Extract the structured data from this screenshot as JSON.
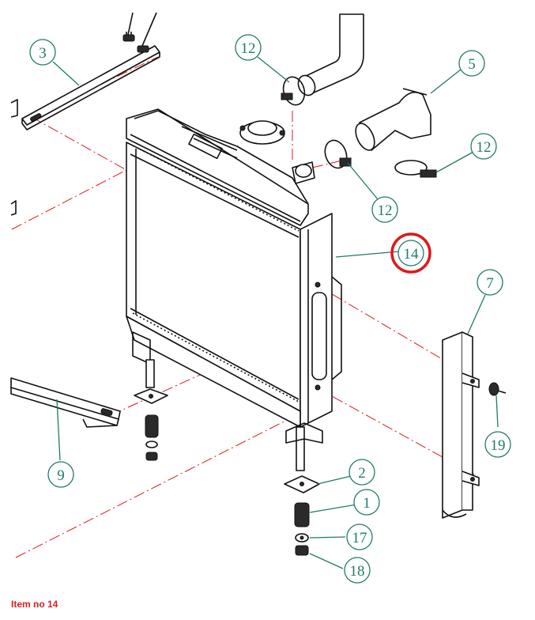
{
  "callouts": [
    {
      "id": "c3",
      "label": "3"
    },
    {
      "id": "c12a",
      "label": "12"
    },
    {
      "id": "c5",
      "label": "5"
    },
    {
      "id": "c12b",
      "label": "12"
    },
    {
      "id": "c12c",
      "label": "12"
    },
    {
      "id": "c14",
      "label": "14",
      "highlighted": true
    },
    {
      "id": "c7",
      "label": "7"
    },
    {
      "id": "c19",
      "label": "19"
    },
    {
      "id": "c9",
      "label": "9"
    },
    {
      "id": "c2",
      "label": "2"
    },
    {
      "id": "c1",
      "label": "1"
    },
    {
      "id": "c17",
      "label": "17"
    },
    {
      "id": "c18",
      "label": "18"
    }
  ],
  "caption": "Item no 14",
  "colors": {
    "callout": "#1f7a6a",
    "highlight": "#e01818",
    "center_line": "#e01818",
    "caption": "#d81e1e",
    "line": "#111111"
  }
}
